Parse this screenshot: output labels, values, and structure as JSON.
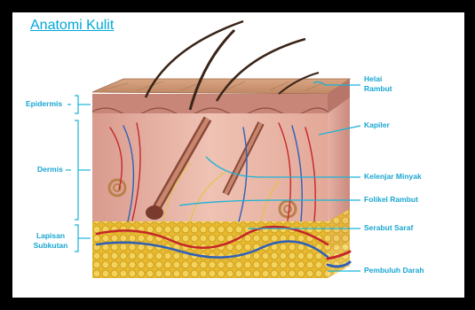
{
  "title": "Anatomi Kulit",
  "left_labels": {
    "epidermis": "Epidermis",
    "dermis": "Dermis",
    "subkutan_line1": "Lapisan",
    "subkutan_line2": "Subkutan"
  },
  "right_labels": {
    "helai_line1": "Helai",
    "helai_line2": "Rambut",
    "kapiler": "Kapiler",
    "kelenjar": "Kelenjar Minyak",
    "folikel": "Folikel Rambut",
    "serabut": "Serabut Saraf",
    "pembuluh": "Pembuluh Darah"
  },
  "colors": {
    "label": "#18a6d2",
    "leader": "#19b3d9",
    "title": "#00a8d8"
  }
}
